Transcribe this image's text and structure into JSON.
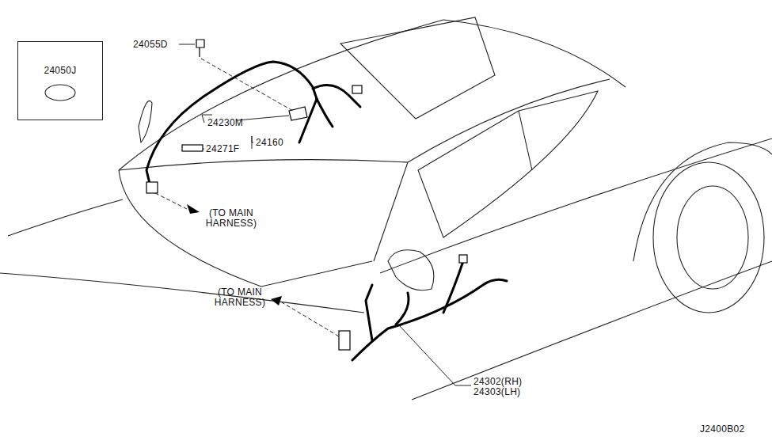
{
  "diagram": {
    "nodes": [
      {
        "text": [
          "24050J"
        ]
      }
    ],
    "labels": [
      "24055D",
      "24230M",
      "24160",
      "24271F",
      "(TO MAIN HARNESS)",
      "(TO MAIN HARNESS)",
      "24302(RH)",
      "24303(LH)",
      "J2400B02"
    ]
  }
}
